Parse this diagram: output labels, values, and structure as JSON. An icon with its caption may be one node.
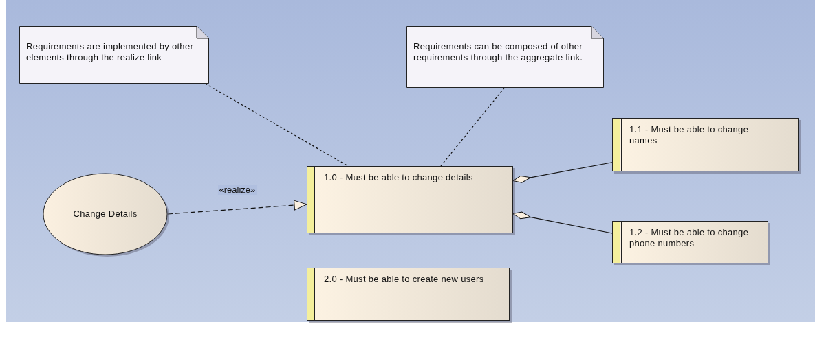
{
  "diagram": {
    "nodes": [
      {
        "text": [
          "Requirements are implemented by other elements through the realize link"
        ]
      },
      {
        "text": [
          "Requirements can be composed of other requirements through the aggregate link."
        ]
      },
      {
        "text": [
          "Change Details"
        ]
      },
      {
        "text": [
          "1.0 - Must be able to change details"
        ]
      },
      {
        "text": [
          "1.1 - Must be able to change names"
        ]
      },
      {
        "text": [
          "1.2 - Must be able to change phone numbers"
        ]
      },
      {
        "text": [
          "2.0 - Must be able to create new users"
        ]
      }
    ],
    "edges": [
      {
        "from": 0,
        "to": 3,
        "arrow": "none",
        "style": "dashed"
      },
      {
        "from": 1,
        "to": 3,
        "arrow": "none",
        "style": "dashed"
      },
      {
        "from": 2,
        "to": 3,
        "arrow": "to",
        "style": "dashed",
        "label": "«realize»"
      },
      {
        "from": 3,
        "to": 4,
        "arrow": "other"
      },
      {
        "from": 3,
        "to": 5,
        "arrow": "other"
      }
    ]
  }
}
